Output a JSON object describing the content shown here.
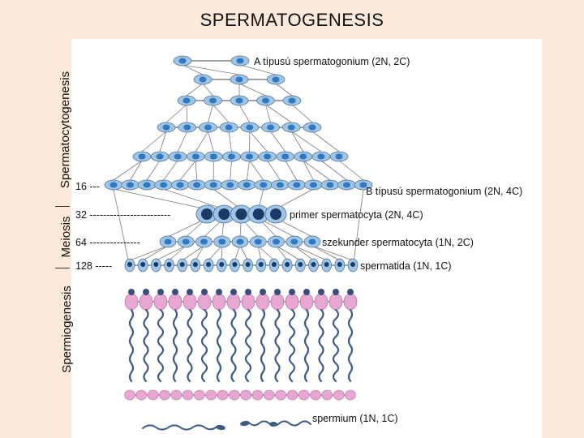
{
  "title": "SPERMATOGENESIS",
  "phases": {
    "spermatocytogenesis": "Spermatocytogenesis",
    "meiosis": "Meiosis",
    "spermiogenesis": "Spermiogenesis"
  },
  "labels": {
    "a_type": "A típusú spermatogonium (2N, 2C)",
    "b_type": "B típusú spermatogonium (2N, 4C)",
    "primary": "primer spermatocyta (2N, 4C)",
    "secondary": "szekunder spermatocyta (1N, 2C)",
    "spermatid": "spermatida (1N, 1C)",
    "sperm": "spermium (1N, 1C)"
  },
  "counts": {
    "c16": "16 ---",
    "c32": "32 ------------------------",
    "c64": "64 ---------------",
    "c128": "128 -----"
  },
  "colors": {
    "cell": "#9fc4e4",
    "nucleus": "#2f78c4",
    "pink": "#e8a6d2",
    "tail": "#3d5a82",
    "bridge": "#6b6b6b"
  }
}
